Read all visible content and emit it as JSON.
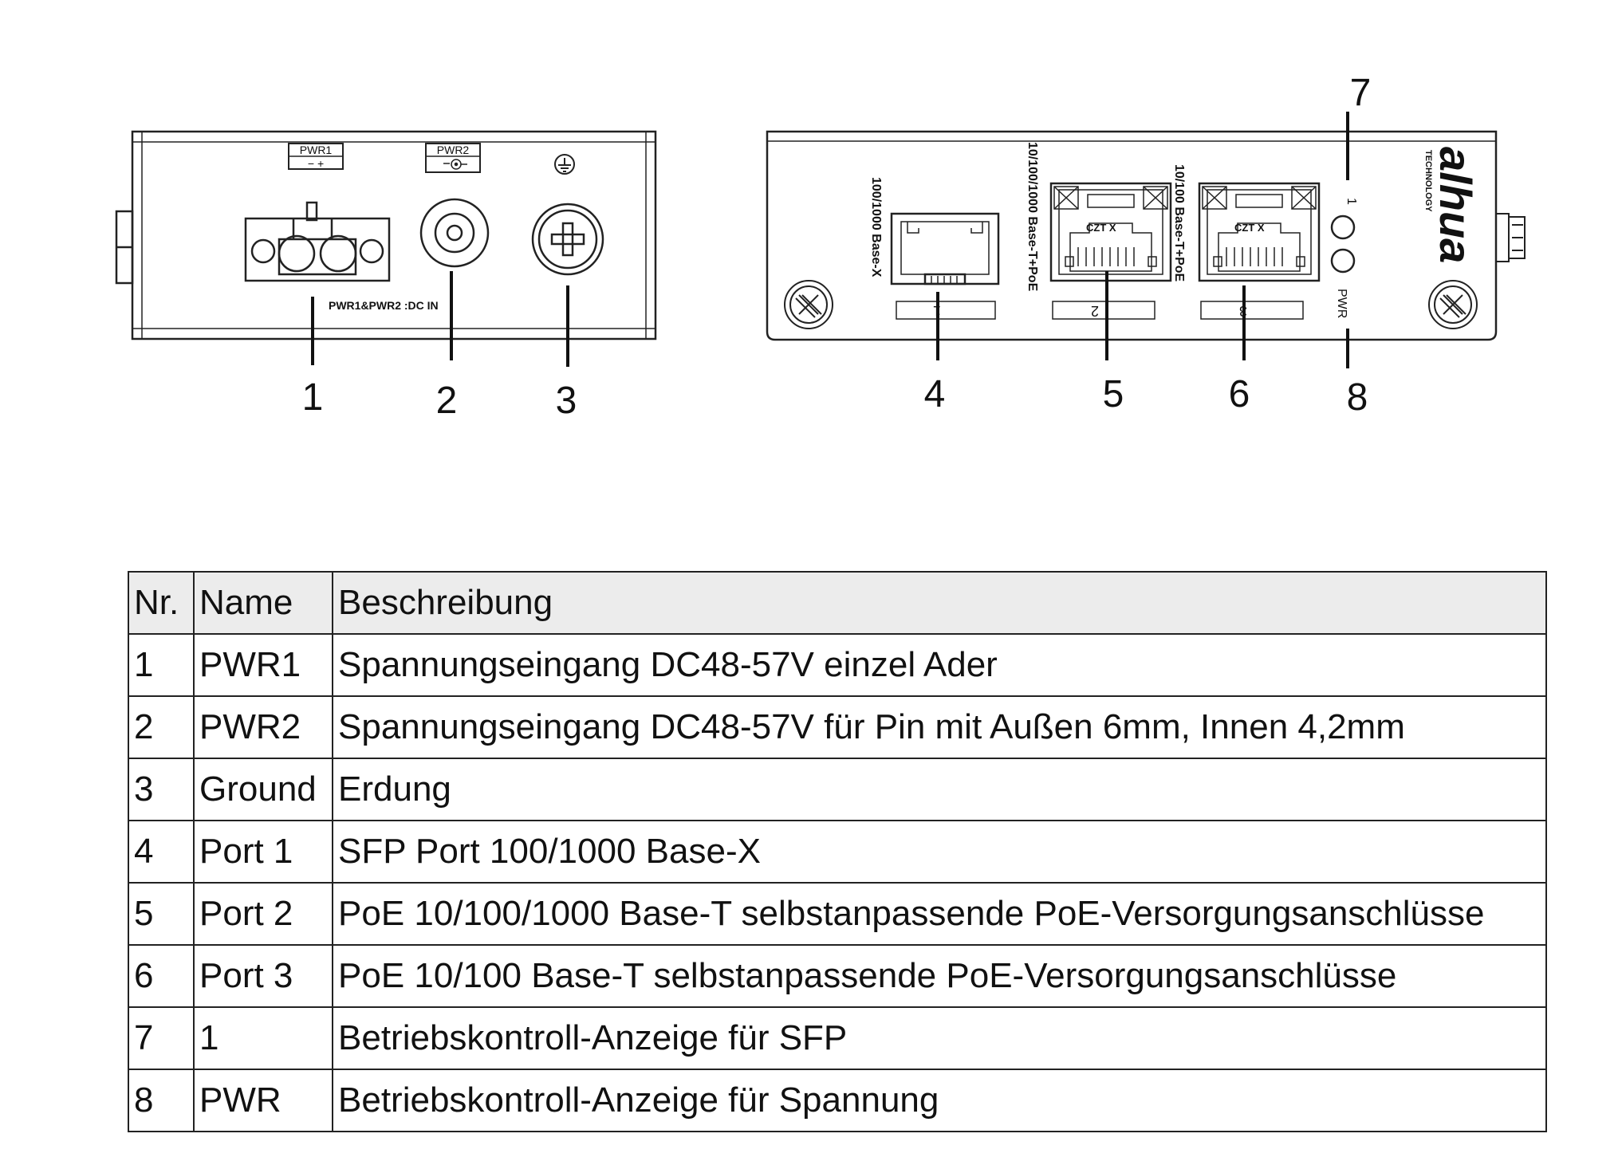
{
  "labels": {
    "pwr1": "PWR1",
    "pwr1_polarity": "−  +",
    "pwr2": "PWR2",
    "dc_in": "PWR1&PWR2 :DC IN",
    "sfp_speed": "100/1000 Base-X",
    "port2_speed": "10/100/1000 Base-T+PoE",
    "port3_speed": "10/100 Base-T+PoE",
    "jack_mark": "CZT  X",
    "port1_num": "1",
    "port2_num": "2",
    "port3_num": "3",
    "led1": "1",
    "led_pwr": "PWR",
    "brand": "alhua",
    "brand_sub": "TECHNOLOGY"
  },
  "callouts": [
    "1",
    "2",
    "3",
    "4",
    "5",
    "6",
    "7",
    "8"
  ],
  "table": {
    "headers": [
      "Nr.",
      "Name",
      "Beschreibung"
    ],
    "rows": [
      {
        "nr": "1",
        "name": "PWR1",
        "desc": "Spannungseingang DC48-57V einzel Ader"
      },
      {
        "nr": "2",
        "name": "PWR2",
        "desc": "Spannungseingang DC48-57V für Pin mit Außen 6mm, Innen 4,2mm"
      },
      {
        "nr": "3",
        "name": "Ground",
        "desc": "Erdung"
      },
      {
        "nr": "4",
        "name": "Port 1",
        "desc": "SFP Port 100/1000 Base-X"
      },
      {
        "nr": "5",
        "name": "Port 2",
        "desc": "PoE 10/100/1000 Base-T selbstanpassende PoE-Versorgungsanschlüsse"
      },
      {
        "nr": "6",
        "name": "Port 3",
        "desc": "PoE 10/100 Base-T selbstanpassende PoE-Versorgungsanschlüsse"
      },
      {
        "nr": "7",
        "name": "1",
        "desc": "Betriebskontroll-Anzeige für SFP"
      },
      {
        "nr": "8",
        "name": "PWR",
        "desc": "Betriebskontroll-Anzeige für Spannung"
      }
    ]
  }
}
